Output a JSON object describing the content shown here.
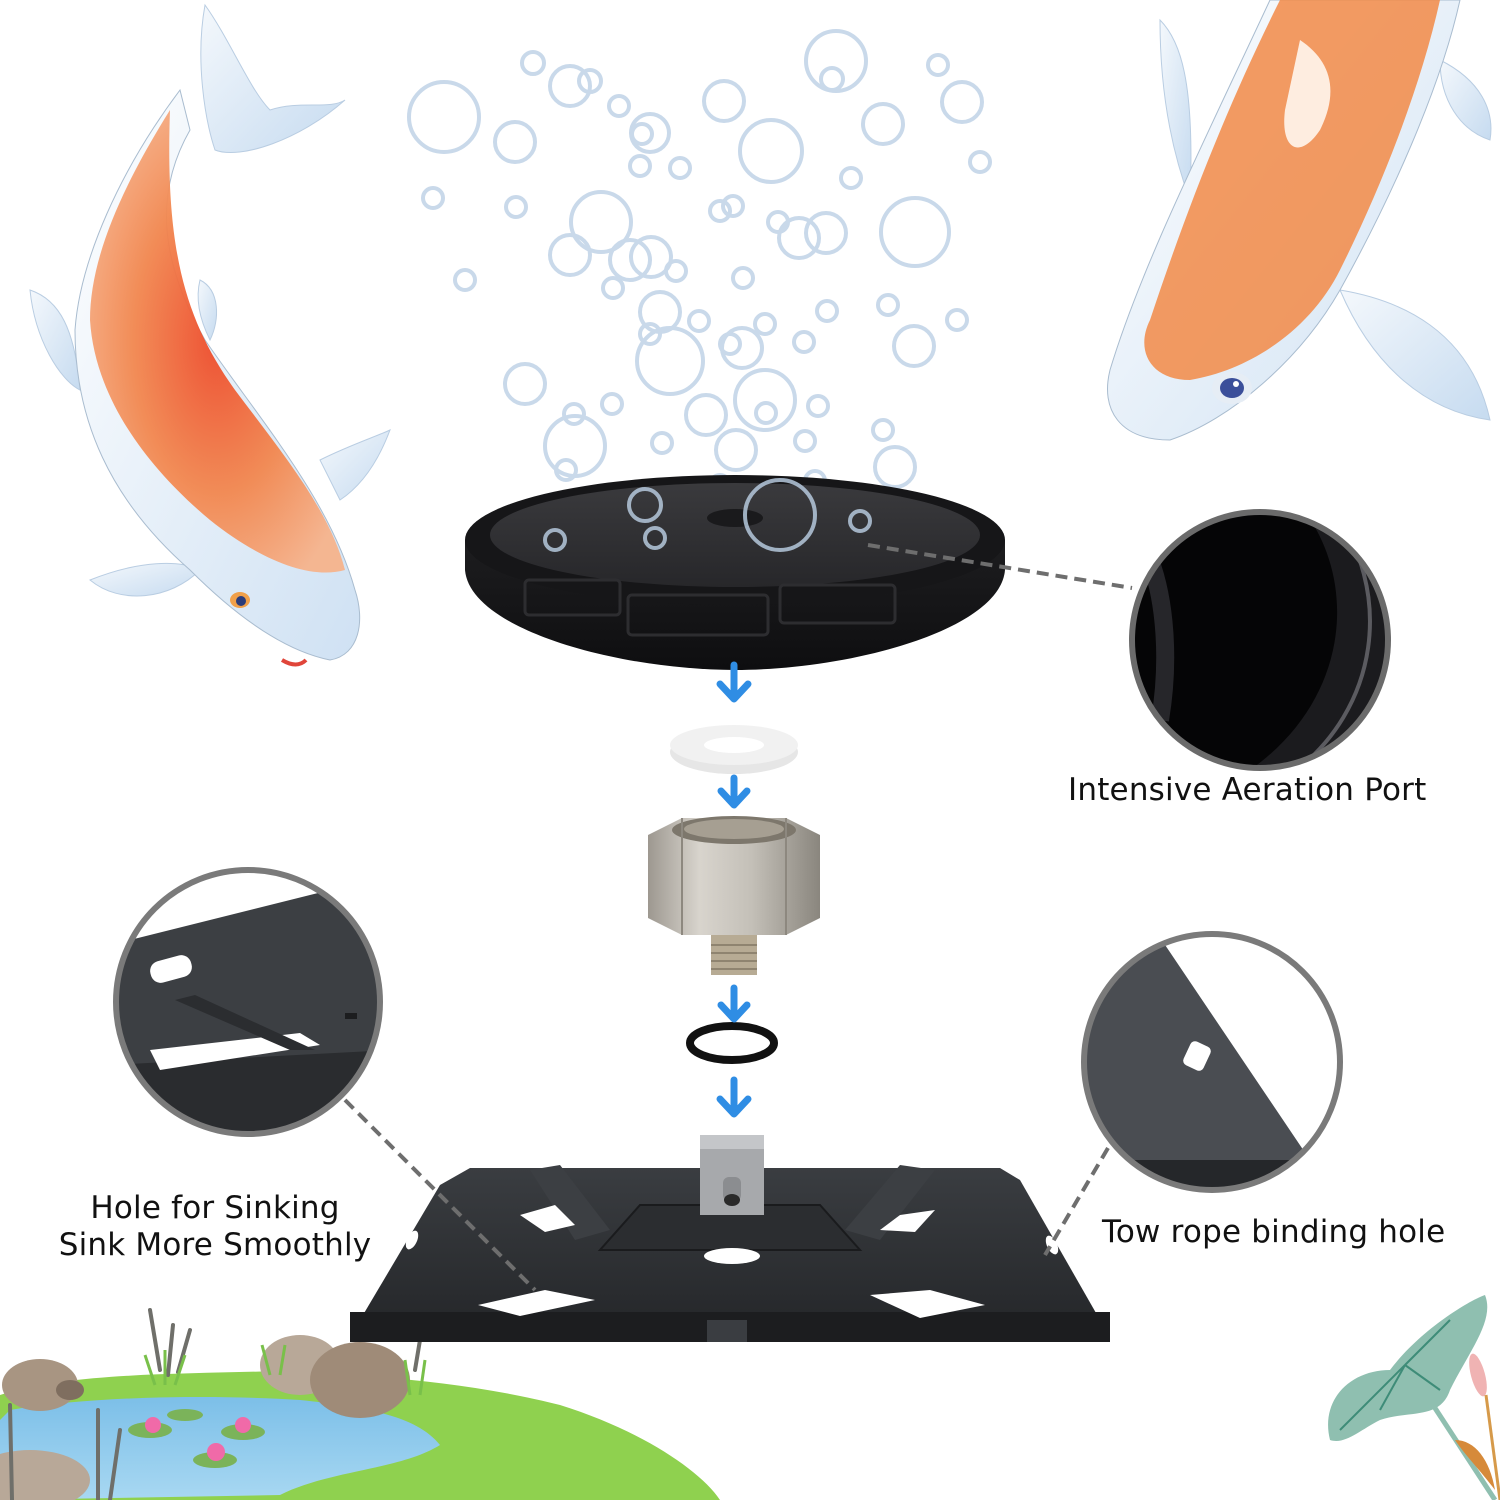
{
  "title": "Diffuser Disc Assembly with Sinking Base Plate",
  "colors": {
    "background": "#ffffff",
    "label_text": "#111111",
    "arrow_blue": "#2f8de4",
    "bubble_outline": "#c9d9ea",
    "disc_black": "#1c1c1e",
    "plate_dark": "#2e3033",
    "callout_ring": "#6b6b6b",
    "dashed_leader": "#6e6e6e",
    "koi_orange": "#f07a3e",
    "koi_red": "#ee3d25",
    "fin_blue": "#cfe1f3",
    "pond_blue": "#8cc9ec",
    "grass_green": "#8fd14f",
    "lotus_leaf": "#8fbfb0"
  },
  "components": [
    {
      "id": "diffuser-disc",
      "name": "Aeration diffuser disc"
    },
    {
      "id": "washer",
      "name": "White gasket washer"
    },
    {
      "id": "hex-adapter",
      "name": "Threaded hex brass adapter"
    },
    {
      "id": "o-ring",
      "name": "Black O-ring"
    },
    {
      "id": "base-plate",
      "name": "Sinking base plate"
    }
  ],
  "callouts": {
    "aeration_port": {
      "label": "Intensive Aeration Port"
    },
    "sinking_hole": {
      "line1": "Hole for Sinking",
      "line2": "Sink More Smoothly"
    },
    "tow_rope": {
      "label": "Tow rope binding hole"
    }
  },
  "arrows": [
    {
      "icon": "arrow-down-icon"
    },
    {
      "icon": "arrow-down-icon"
    },
    {
      "icon": "arrow-down-icon"
    },
    {
      "icon": "arrow-down-icon"
    }
  ],
  "decorations": [
    "koi-left",
    "koi-right",
    "bubbles",
    "pond-scene",
    "lotus-leaf"
  ]
}
